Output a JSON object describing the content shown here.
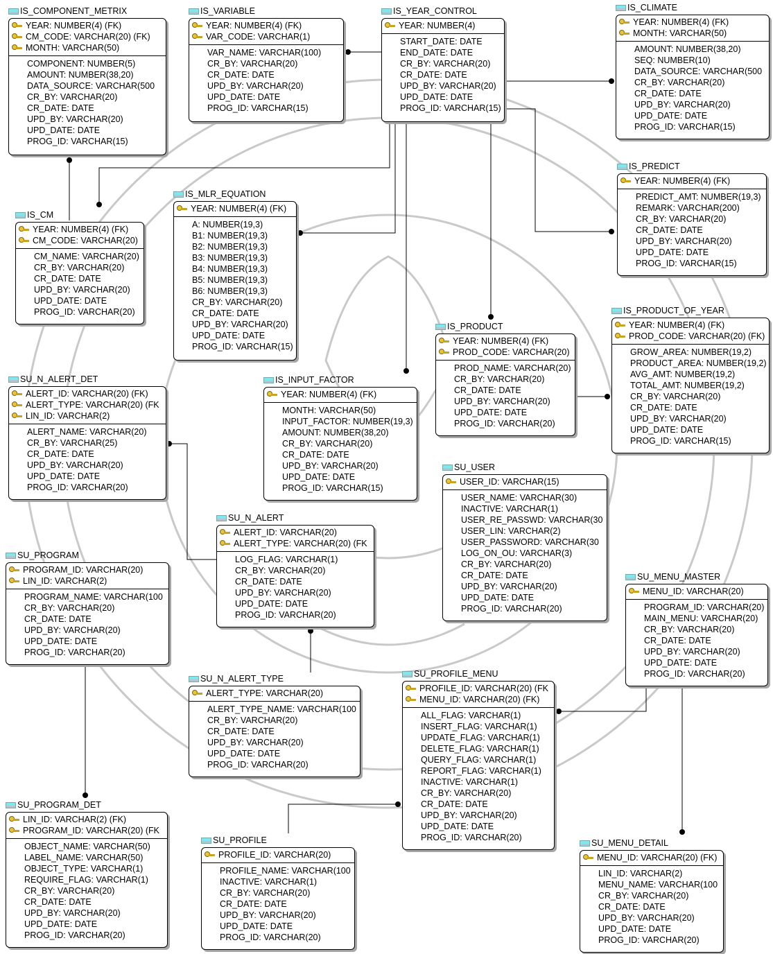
{
  "entities": [
    {
      "name": "IS_COMPONENT_METRIX",
      "keys": [
        "YEAR: NUMBER(4) (FK)",
        "CM_CODE: VARCHAR(20) (FK)",
        "MONTH: VARCHAR(50)"
      ],
      "attrs": [
        "COMPONENT: NUMBER(5)",
        "AMOUNT: NUMBER(38,20)",
        "DATA_SOURCE: VARCHAR(500",
        "CR_BY: VARCHAR(20)",
        "CR_DATE: DATE",
        "UPD_BY: VARCHAR(20)",
        "UPD_DATE: DATE",
        "PROG_ID: VARCHAR(15)"
      ]
    },
    {
      "name": "IS_VARIABLE",
      "keys": [
        "YEAR: NUMBER(4) (FK)",
        "VAR_CODE: VARCHAR(1)"
      ],
      "attrs": [
        "VAR_NAME: VARCHAR(100)",
        "CR_BY: VARCHAR(20)",
        "CR_DATE: DATE",
        "UPD_BY: VARCHAR(20)",
        "UPD_DATE: DATE",
        "PROG_ID: VARCHAR(15)"
      ]
    },
    {
      "name": "IS_YEAR_CONTROL",
      "keys": [
        "YEAR: NUMBER(4)"
      ],
      "attrs": [
        "START_DATE: DATE",
        "END_DATE: DATE",
        "CR_BY: VARCHAR(20)",
        "CR_DATE: DATE",
        "UPD_BY: VARCHAR(20)",
        "UPD_DATE: DATE",
        "PROG_ID: VARCHAR(15)"
      ]
    },
    {
      "name": "IS_CLIMATE",
      "keys": [
        "YEAR: NUMBER(4) (FK)",
        "MONTH: VARCHAR(50)"
      ],
      "attrs": [
        "AMOUNT: NUMBER(38,20)",
        "SEQ: NUMBER(10)",
        "DATA_SOURCE: VARCHAR(500",
        "CR_BY: VARCHAR(20)",
        "CR_DATE: DATE",
        "UPD_BY: VARCHAR(20)",
        "UPD_DATE: DATE",
        "PROG_ID: VARCHAR(15)"
      ]
    },
    {
      "name": "IS_PREDICT",
      "keys": [
        "YEAR: NUMBER(4) (FK)"
      ],
      "attrs": [
        "PREDICT_AMT: NUMBER(19,3)",
        "REMARK: VARCHAR(200)",
        "CR_BY: VARCHAR(20)",
        "CR_DATE: DATE",
        "UPD_BY: VARCHAR(20)",
        "UPD_DATE: DATE",
        "PROG_ID: VARCHAR(15)"
      ]
    },
    {
      "name": "IS_CM",
      "keys": [
        "YEAR: NUMBER(4) (FK)",
        "CM_CODE: VARCHAR(20)"
      ],
      "attrs": [
        "CM_NAME: VARCHAR(20)",
        "CR_BY: VARCHAR(20)",
        "CR_DATE: DATE",
        "UPD_BY: VARCHAR(20)",
        "UPD_DATE: DATE",
        "PROG_ID: VARCHAR(20)"
      ]
    },
    {
      "name": "IS_MLR_EQUATION",
      "keys": [
        "YEAR: NUMBER(4) (FK)"
      ],
      "attrs": [
        "A: NUMBER(19,3)",
        "B1: NUMBER(19,3)",
        "B2: NUMBER(19,3)",
        "B3: NUMBER(19,3)",
        "B4: NUMBER(19,3)",
        "B5: NUMBER(19,3)",
        "B6: NUMBER(19,3)",
        "CR_BY: VARCHAR(20)",
        "CR_DATE: DATE",
        "UPD_BY: VARCHAR(20)",
        "UPD_DATE: DATE",
        "PROG_ID: VARCHAR(15)"
      ]
    },
    {
      "name": "IS_PRODUCT",
      "keys": [
        "YEAR: NUMBER(4) (FK)",
        "PROD_CODE: VARCHAR(20)"
      ],
      "attrs": [
        "PROD_NAME: VARCHAR(20)",
        "CR_BY: VARCHAR(20)",
        "CR_DATE: DATE",
        "UPD_BY: VARCHAR(20)",
        "UPD_DATE: DATE",
        "PROG_ID: VARCHAR(20)"
      ]
    },
    {
      "name": "IS_PRODUCT_OF_YEAR",
      "keys": [
        "YEAR: NUMBER(4) (FK)",
        "PROD_CODE: VARCHAR(20) (FK)"
      ],
      "attrs": [
        "GROW_AREA: NUMBER(19,2)",
        "PRODUCT_AREA: NUMBER(19,2)",
        "AVG_AMT: NUMBER(19,2)",
        "TOTAL_AMT: NUMBER(19,2)",
        "CR_BY: VARCHAR(20)",
        "CR_DATE: DATE",
        "UPD_BY: VARCHAR(20)",
        "UPD_DATE: DATE",
        "PROG_ID: VARCHAR(15)"
      ]
    },
    {
      "name": "SU_N_ALERT_DET",
      "keys": [
        "ALERT_ID: VARCHAR(20) (FK)",
        "ALERT_TYPE: VARCHAR(20) (FK",
        "LIN_ID: VARCHAR(2)"
      ],
      "attrs": [
        "ALERT_NAME: VARCHAR(20)",
        "CR_BY: VARCHAR(25)",
        "CR_DATE: DATE",
        "UPD_BY: VARCHAR(20)",
        "UPD_DATE: DATE",
        "PROG_ID: VARCHAR(20)"
      ]
    },
    {
      "name": "IS_INPUT_FACTOR",
      "keys": [
        "YEAR: NUMBER(4) (FK)"
      ],
      "attrs": [
        "MONTH: VARCHAR(50)",
        "INPUT_FACTOR: NUMBER(19,3)",
        "AMOUNT: NUMBER(38,20)",
        "CR_BY: VARCHAR(20)",
        "CR_DATE: DATE",
        "UPD_BY: VARCHAR(20)",
        "UPD_DATE: DATE",
        "PROG_ID: VARCHAR(15)"
      ]
    },
    {
      "name": "SU_USER",
      "keys": [
        "USER_ID: VARCHAR(15)"
      ],
      "attrs": [
        "USER_NAME: VARCHAR(30)",
        "INACTIVE: VARCHAR(1)",
        "USER_RE_PASSWD: VARCHAR(30",
        "USER_LIN: VARCHAR(2)",
        "USER_PASSWORD: VARCHAR(30",
        "LOG_ON_OU: VARCHAR(3)",
        "CR_BY: VARCHAR(20)",
        "CR_DATE: DATE",
        "UPD_BY: VARCHAR(20)",
        "UPD_DATE: DATE",
        "PROG_ID: VARCHAR(20)"
      ]
    },
    {
      "name": "SU_N_ALERT",
      "keys": [
        "ALERT_ID: VARCHAR(20)",
        "ALERT_TYPE: VARCHAR(20) (FK"
      ],
      "attrs": [
        "LOG_FLAG: VARCHAR(1)",
        "CR_BY: VARCHAR(20)",
        "CR_DATE: DATE",
        "UPD_BY: VARCHAR(20)",
        "UPD_DATE: DATE",
        "PROG_ID: VARCHAR(20)"
      ]
    },
    {
      "name": "SU_PROGRAM",
      "keys": [
        "PROGRAM_ID: VARCHAR(20)",
        "LIN_ID: VARCHAR(2)"
      ],
      "attrs": [
        "PROGRAM_NAME: VARCHAR(100",
        "CR_BY: VARCHAR(20)",
        "CR_DATE: DATE",
        "UPD_BY: VARCHAR(20)",
        "UPD_DATE: DATE",
        "PROG_ID: VARCHAR(20)"
      ]
    },
    {
      "name": "SU_MENU_MASTER",
      "keys": [
        "MENU_ID: VARCHAR(20)"
      ],
      "attrs": [
        "PROGRAM_ID: VARCHAR(20)",
        "MAIN_MENU: VARCHAR(20)",
        "CR_BY: VARCHAR(20)",
        "CR_DATE: DATE",
        "UPD_BY: VARCHAR(20)",
        "UPD_DATE: DATE",
        "PROG_ID: VARCHAR(20)"
      ]
    },
    {
      "name": "SU_N_ALERT_TYPE",
      "keys": [
        "ALERT_TYPE: VARCHAR(20)"
      ],
      "attrs": [
        "ALERT_TYPE_NAME: VARCHAR(100",
        "CR_BY: VARCHAR(20)",
        "CR_DATE: DATE",
        "UPD_BY: VARCHAR(20)",
        "UPD_DATE: DATE",
        "PROG_ID: VARCHAR(20)"
      ]
    },
    {
      "name": "SU_PROFILE_MENU",
      "keys": [
        "PROFILE_ID: VARCHAR(20) (FK",
        "MENU_ID: VARCHAR(20) (FK)"
      ],
      "attrs": [
        "ALL_FLAG: VARCHAR(1)",
        "INSERT_FLAG: VARCHAR(1)",
        "UPDATE_FLAG: VARCHAR(1)",
        "DELETE_FLAG: VARCHAR(1)",
        "QUERY_FLAG: VARCHAR(1)",
        "REPORT_FLAG: VARCHAR(1)",
        "INACTIVE: VARCHAR(1)",
        "CR_BY: VARCHAR(20)",
        "CR_DATE: DATE",
        "UPD_BY: VARCHAR(20)",
        "UPD_DATE: DATE",
        "PROG_ID: VARCHAR(20)"
      ]
    },
    {
      "name": "SU_PROGRAM_DET",
      "keys": [
        "LIN_ID: VARCHAR(2) (FK)",
        "PROGRAM_ID: VARCHAR(20) (FK"
      ],
      "attrs": [
        "OBJECT_NAME: VARCHAR(50)",
        "LABEL_NAME: VARCHAR(50)",
        "OBJECT_TYPE: VARCHAR(1)",
        "REQUIRE_FLAG: VARCHAR(1)",
        "CR_BY: VARCHAR(20)",
        "CR_DATE: DATE",
        "UPD_BY: VARCHAR(20)",
        "UPD_DATE: DATE",
        "PROG_ID: VARCHAR(20)"
      ]
    },
    {
      "name": "SU_PROFILE",
      "keys": [
        "PROFILE_ID: VARCHAR(20)"
      ],
      "attrs": [
        "PROFILE_NAME: VARCHAR(100",
        "INACTIVE: VARCHAR(1)",
        "CR_BY: VARCHAR(20)",
        "CR_DATE: DATE",
        "UPD_BY: VARCHAR(20)",
        "UPD_DATE: DATE",
        "PROG_ID: VARCHAR(20)"
      ]
    },
    {
      "name": "SU_MENU_DETAIL",
      "keys": [
        "MENU_ID: VARCHAR(20) (FK)"
      ],
      "attrs": [
        "LIN_ID: VARCHAR(2)",
        "MENU_NAME: VARCHAR(100",
        "CR_BY: VARCHAR(20)",
        "CR_DATE: DATE",
        "UPD_BY: VARCHAR(20)",
        "UPD_DATE: DATE",
        "PROG_ID: VARCHAR(20)"
      ]
    }
  ],
  "relationships": [
    {
      "from": "IS_YEAR_CONTROL",
      "to": "IS_VARIABLE"
    },
    {
      "from": "IS_YEAR_CONTROL",
      "to": "IS_CLIMATE"
    },
    {
      "from": "IS_YEAR_CONTROL",
      "to": "IS_PREDICT"
    },
    {
      "from": "IS_YEAR_CONTROL",
      "to": "IS_CM"
    },
    {
      "from": "IS_YEAR_CONTROL",
      "to": "IS_MLR_EQUATION"
    },
    {
      "from": "IS_YEAR_CONTROL",
      "to": "IS_INPUT_FACTOR"
    },
    {
      "from": "IS_YEAR_CONTROL",
      "to": "IS_PRODUCT"
    },
    {
      "from": "IS_CM",
      "to": "IS_COMPONENT_METRIX"
    },
    {
      "from": "IS_PRODUCT",
      "to": "IS_PRODUCT_OF_YEAR"
    },
    {
      "from": "SU_N_ALERT",
      "to": "SU_N_ALERT_DET"
    },
    {
      "from": "SU_N_ALERT_TYPE",
      "to": "SU_N_ALERT"
    },
    {
      "from": "SU_PROGRAM",
      "to": "SU_PROGRAM_DET"
    },
    {
      "from": "SU_MENU_MASTER",
      "to": "SU_PROFILE_MENU"
    },
    {
      "from": "SU_MENU_MASTER",
      "to": "SU_MENU_DETAIL"
    },
    {
      "from": "SU_PROFILE",
      "to": "SU_PROFILE_MENU"
    }
  ]
}
